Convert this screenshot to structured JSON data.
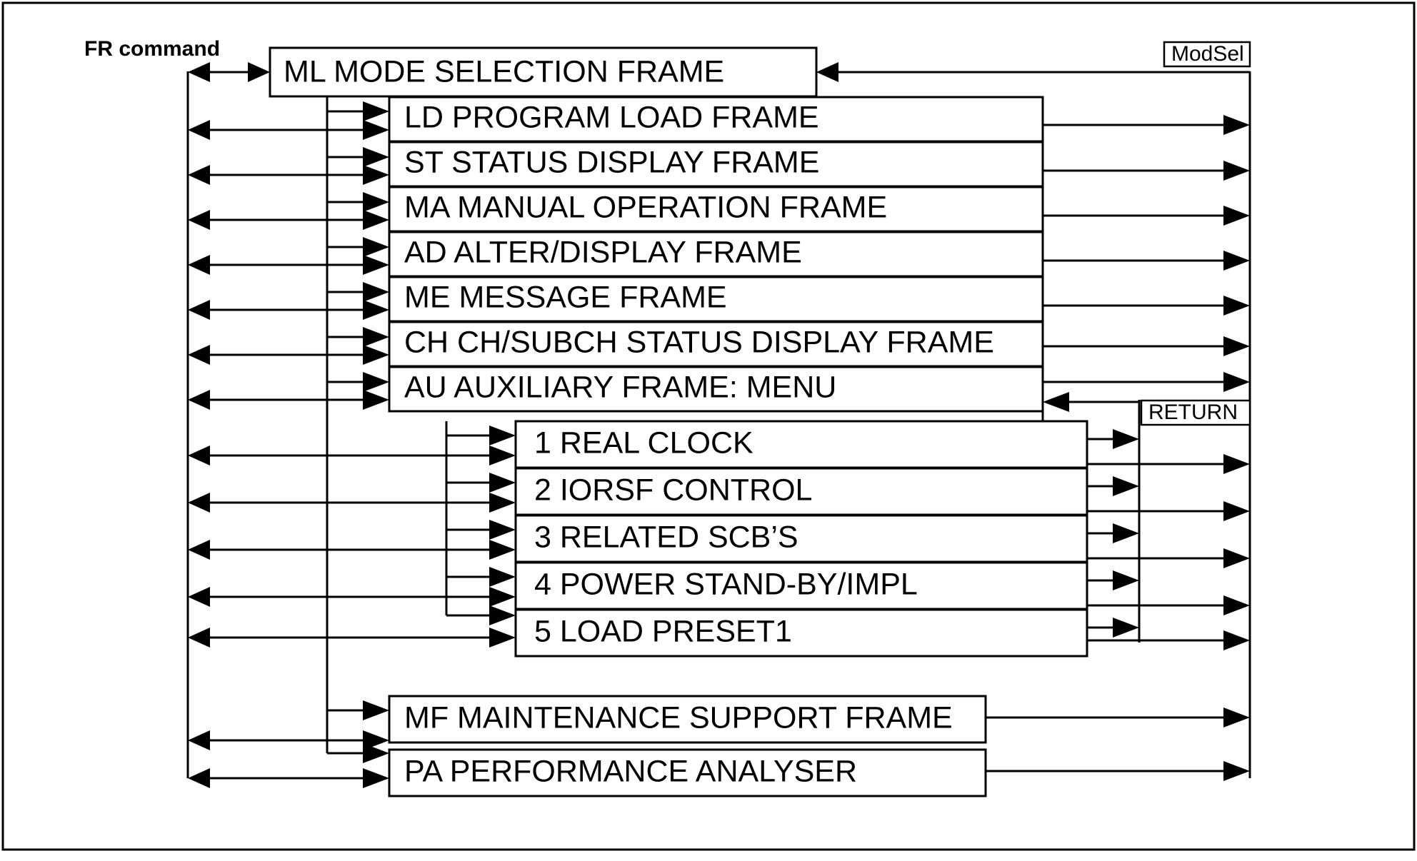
{
  "diagram": {
    "title_label": "FR command",
    "tags": {
      "mod_sel": "ModSel",
      "return": "RETURN"
    },
    "root_frame": {
      "code": "ML",
      "label": "ML  MODE SELECTION FRAME"
    },
    "frames": [
      {
        "code": "LD",
        "label": "LD  PROGRAM LOAD FRAME"
      },
      {
        "code": "ST",
        "label": "ST  STATUS DISPLAY FRAME"
      },
      {
        "code": "MA",
        "label": "MA  MANUAL OPERATION FRAME"
      },
      {
        "code": "AD",
        "label": "AD  ALTER/DISPLAY FRAME"
      },
      {
        "code": "ME",
        "label": "ME  MESSAGE FRAME"
      },
      {
        "code": "CH",
        "label": "CH  CH/SUBCH STATUS DISPLAY FRAME"
      },
      {
        "code": "AU",
        "label": "AU   AUXILIARY FRAME: MENU"
      }
    ],
    "submenu": [
      {
        "number": "1",
        "label": "1  REAL CLOCK"
      },
      {
        "number": "2",
        "label": "2  IORSF CONTROL"
      },
      {
        "number": "3",
        "label": "3  RELATED SCB’S"
      },
      {
        "number": "4",
        "label": "4  POWER STAND-BY/IMPL"
      },
      {
        "number": "5",
        "label": "5  LOAD PRESET1"
      }
    ],
    "bottom_frames": [
      {
        "code": "MF",
        "label": "MF MAINTENANCE SUPPORT FRAME"
      },
      {
        "code": "PA",
        "label": "PA  PERFORMANCE ANALYSER"
      }
    ],
    "colors": {
      "stroke": "#000000",
      "fill": "#ffffff"
    }
  }
}
